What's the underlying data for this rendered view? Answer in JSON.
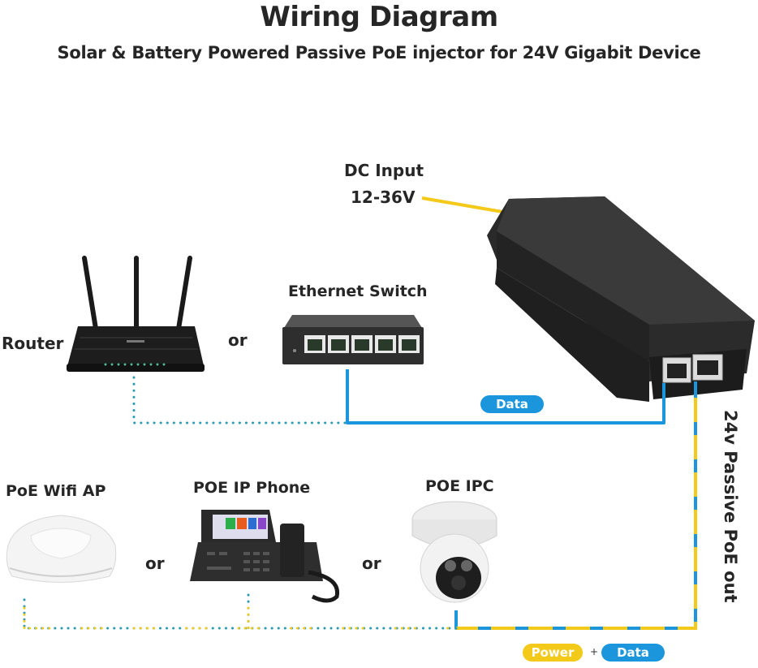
{
  "header": {
    "title": "Wiring Diagram",
    "subtitle": "Solar & Battery Powered Passive PoE injector for 24V Gigabit Device"
  },
  "input": {
    "label_line1": "DC Input",
    "label_line2": "12-36V"
  },
  "upstream": {
    "router_label": "Router",
    "or_label": "or",
    "switch_label": "Ethernet Switch",
    "link_badge": "Data"
  },
  "output": {
    "vertical_label": "24v Passive PoE out",
    "legend": {
      "power": "Power",
      "plus": "+",
      "data": "Data"
    }
  },
  "devices": {
    "ap_label": "PoE Wifi AP",
    "or1": "or",
    "phone_label": "POE IP Phone",
    "or2": "or",
    "camera_label": "POE IPC"
  },
  "colors": {
    "data_blue": "#1b96dd",
    "power_yellow": "#f3c91a",
    "dotted_teal": "#2a9bb5",
    "device_black": "#1e1e1e",
    "text": "#262626"
  }
}
